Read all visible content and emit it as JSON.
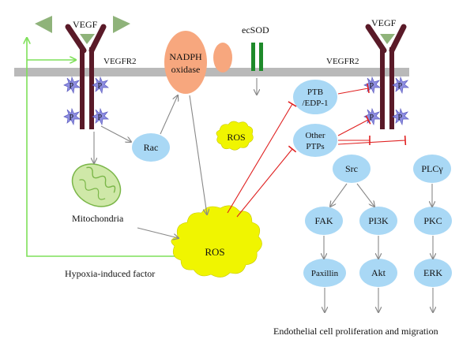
{
  "labels": {
    "vegf_left": "VEGF",
    "vegfr2_left": "VEGFR2",
    "nadph_line1": "NADPH",
    "nadph_line2": "oxidase",
    "ecsod": "ecSOD",
    "vegf_right": "VEGF",
    "vegfr2_right": "VEGFR2",
    "phospho": "P",
    "rac": "Rac",
    "ros_small": "ROS",
    "ptb_line1": "PTB",
    "ptb_line2": "/EDP-1",
    "other_line1": "Other",
    "other_line2": "PTPs",
    "src": "Src",
    "plc": "PLCγ",
    "mitochondria": "Mitochondria",
    "ros_big": "ROS",
    "fak": "FAK",
    "pi3k": "PI3K",
    "pkc": "PKC",
    "paxillin": "Paxillin",
    "akt": "Akt",
    "erk": "ERK",
    "hypoxia": "Hypoxia-induced factor",
    "endothelial": "Endothelial cell proliferation and migration"
  },
  "colors": {
    "membrane": "#b9b9b9",
    "receptor": "#5a1a28",
    "node_fill": "#a9d8f5",
    "nadph_fill": "#f7a77e",
    "ros_fill": "#f0f500",
    "mito_fill": "#cfe8a8",
    "mito_stroke": "#7ab648",
    "vegf_fill": "#8fb37a",
    "phospho_fill": "#8e8ee0",
    "ecsod_fill": "#1e8a2a",
    "green_arrow": "#7fe05a",
    "inhibit": "#e02020",
    "arrow": "#888888"
  }
}
